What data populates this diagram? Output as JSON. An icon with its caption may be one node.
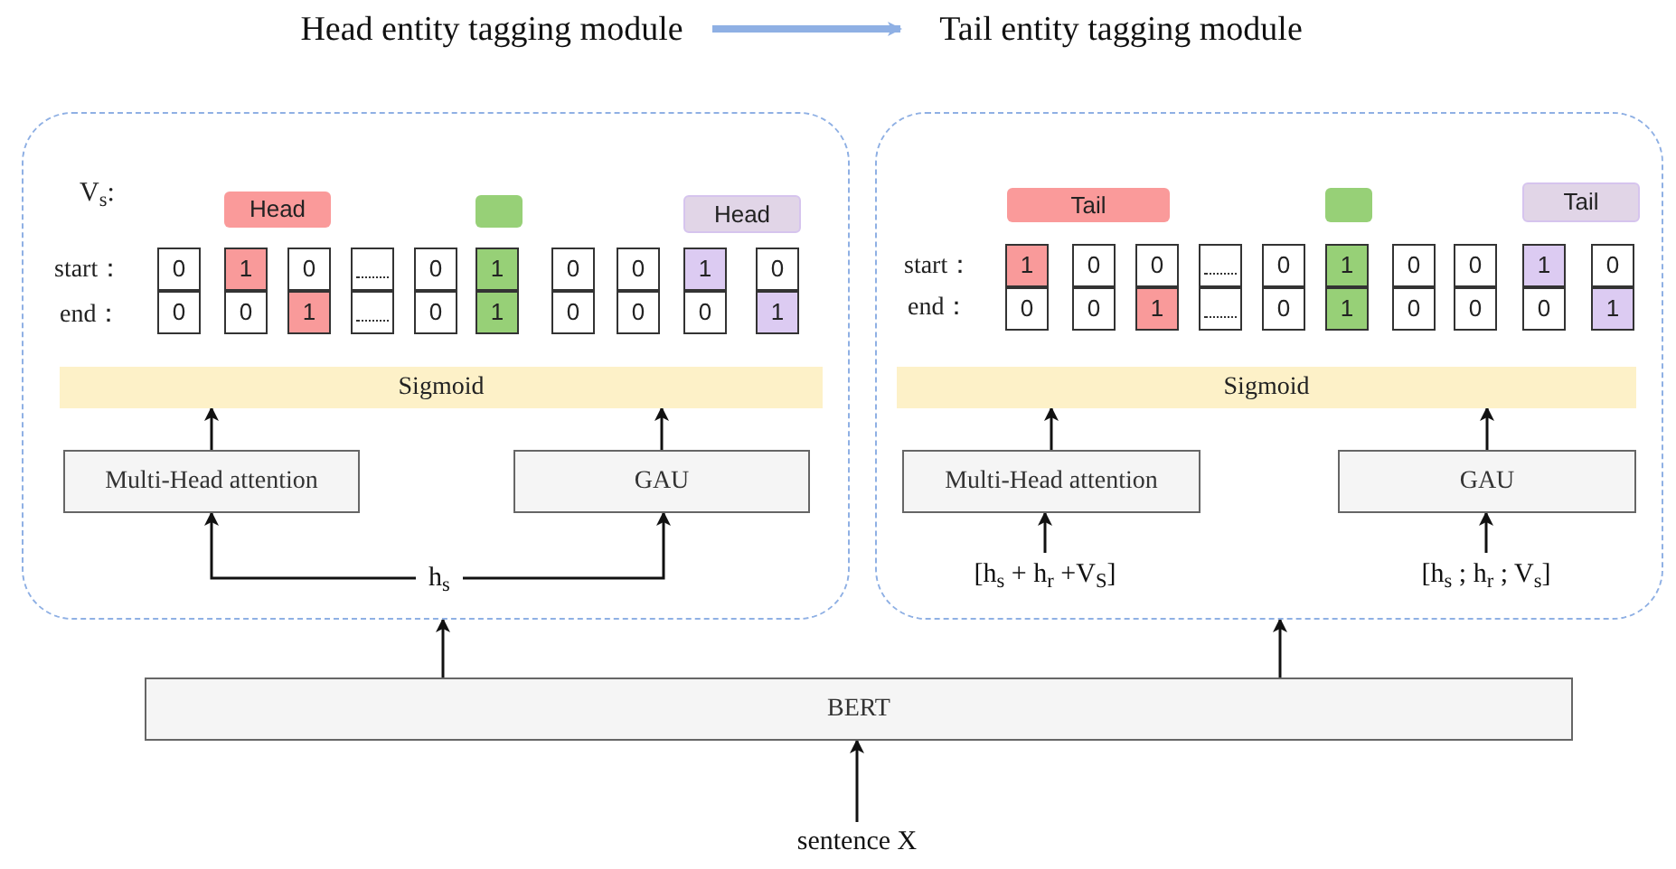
{
  "diagram": {
    "nodes": [
      {
        "text": [
          "Head entity tagging module"
        ]
      },
      {
        "text": [
          "Head"
        ],
        "in": 0
      },
      {
        "text": [],
        "shape": "box",
        "in": 0
      },
      {
        "text": [
          "Head"
        ],
        "in": 0
      },
      {
        "text": [
          "0"
        ],
        "in": 0
      },
      {
        "text": [
          "1"
        ],
        "in": 0
      },
      {
        "text": [
          "0"
        ],
        "in": 0
      },
      {
        "text": [],
        "shape": "box",
        "in": 0
      },
      {
        "text": [
          "0"
        ],
        "in": 0
      },
      {
        "text": [
          "1"
        ],
        "in": 0
      },
      {
        "text": [
          "0"
        ],
        "in": 0
      },
      {
        "text": [
          "0"
        ],
        "in": 0
      },
      {
        "text": [
          "1"
        ],
        "in": 0
      },
      {
        "text": [
          "0"
        ],
        "in": 0
      },
      {
        "text": [
          "0"
        ],
        "in": 0
      },
      {
        "text": [
          "0"
        ],
        "in": 0
      },
      {
        "text": [
          "1"
        ],
        "in": 0
      },
      {
        "text": [],
        "shape": "box",
        "in": 0
      },
      {
        "text": [
          "0"
        ],
        "in": 0
      },
      {
        "text": [
          "1"
        ],
        "in": 0
      },
      {
        "text": [
          "0"
        ],
        "in": 0
      },
      {
        "text": [
          "0"
        ],
        "in": 0
      },
      {
        "text": [
          "0"
        ],
        "in": 0
      },
      {
        "text": [
          "1"
        ],
        "in": 0
      },
      {
        "text": [
          "Sigmoid"
        ],
        "in": 0
      },
      {
        "text": [
          "Multi-Head attention"
        ],
        "in": 0
      },
      {
        "text": [
          "GAU"
        ],
        "in": 0
      },
      {
        "text": [
          "h$_{s}$"
        ],
        "in": 0
      },
      {
        "text": [
          "Tail entity tagging module"
        ]
      },
      {
        "text": [
          "Tail"
        ],
        "in": 28
      },
      {
        "text": [],
        "shape": "box",
        "in": 28
      },
      {
        "text": [
          "Tail"
        ],
        "in": 28
      },
      {
        "text": [
          "1"
        ],
        "in": 28
      },
      {
        "text": [
          "0"
        ],
        "in": 28
      },
      {
        "text": [
          "0"
        ],
        "in": 28
      },
      {
        "text": [],
        "shape": "box",
        "in": 28
      },
      {
        "text": [
          "0"
        ],
        "in": 28
      },
      {
        "text": [
          "1"
        ],
        "in": 28
      },
      {
        "text": [
          "0"
        ],
        "in": 28
      },
      {
        "text": [
          "0"
        ],
        "in": 28
      },
      {
        "text": [
          "1"
        ],
        "in": 28
      },
      {
        "text": [
          "0"
        ],
        "in": 28
      },
      {
        "text": [
          "0"
        ],
        "in": 28
      },
      {
        "text": [
          "0"
        ],
        "in": 28
      },
      {
        "text": [
          "1"
        ],
        "in": 28
      },
      {
        "text": [],
        "shape": "box",
        "in": 28
      },
      {
        "text": [
          "0"
        ],
        "in": 28
      },
      {
        "text": [
          "1"
        ],
        "in": 28
      },
      {
        "text": [
          "0"
        ],
        "in": 28
      },
      {
        "text": [
          "0"
        ],
        "in": 28
      },
      {
        "text": [
          "0"
        ],
        "in": 28
      },
      {
        "text": [
          "1"
        ],
        "in": 28
      },
      {
        "text": [
          "Sigmoid"
        ],
        "in": 28
      },
      {
        "text": [
          "Multi-Head attention"
        ],
        "in": 28
      },
      {
        "text": [
          "GAU"
        ],
        "in": 28
      },
      {
        "text": [
          "[h$_{s}$ + h$_{r}$ +V$_{S}$]"
        ],
        "in": 28
      },
      {
        "text": [
          "[h$_{s}$ ;  h$_{r}$ ; V$_{s}$]"
        ],
        "in": 28
      },
      {
        "text": [
          "BERT"
        ]
      },
      {
        "text": [
          "sentence X"
        ]
      }
    ],
    "edges": [
      {
        "from": 0,
        "to": 28,
        "arrow": "to",
        "style": "thick",
        "color": "#8fb0e4"
      },
      {
        "from": 25,
        "to": 24,
        "arrow": "to"
      },
      {
        "from": 26,
        "to": 24,
        "arrow": "to"
      },
      {
        "from": 27,
        "to": 25,
        "arrow": "to"
      },
      {
        "from": 27,
        "to": 26,
        "arrow": "to"
      },
      {
        "from": 53,
        "to": 52,
        "arrow": "to"
      },
      {
        "from": 54,
        "to": 52,
        "arrow": "to"
      },
      {
        "from": 55,
        "to": 53,
        "arrow": "to"
      },
      {
        "from": 56,
        "to": 54,
        "arrow": "to"
      },
      {
        "from": 57,
        "to": 0,
        "arrow": "to"
      },
      {
        "from": 57,
        "to": 28,
        "arrow": "to"
      },
      {
        "from": 58,
        "to": 57,
        "arrow": "to"
      }
    ],
    "labels": [
      "V$_{s}$:",
      "start：",
      "end：",
      "start：",
      "end："
    ]
  }
}
